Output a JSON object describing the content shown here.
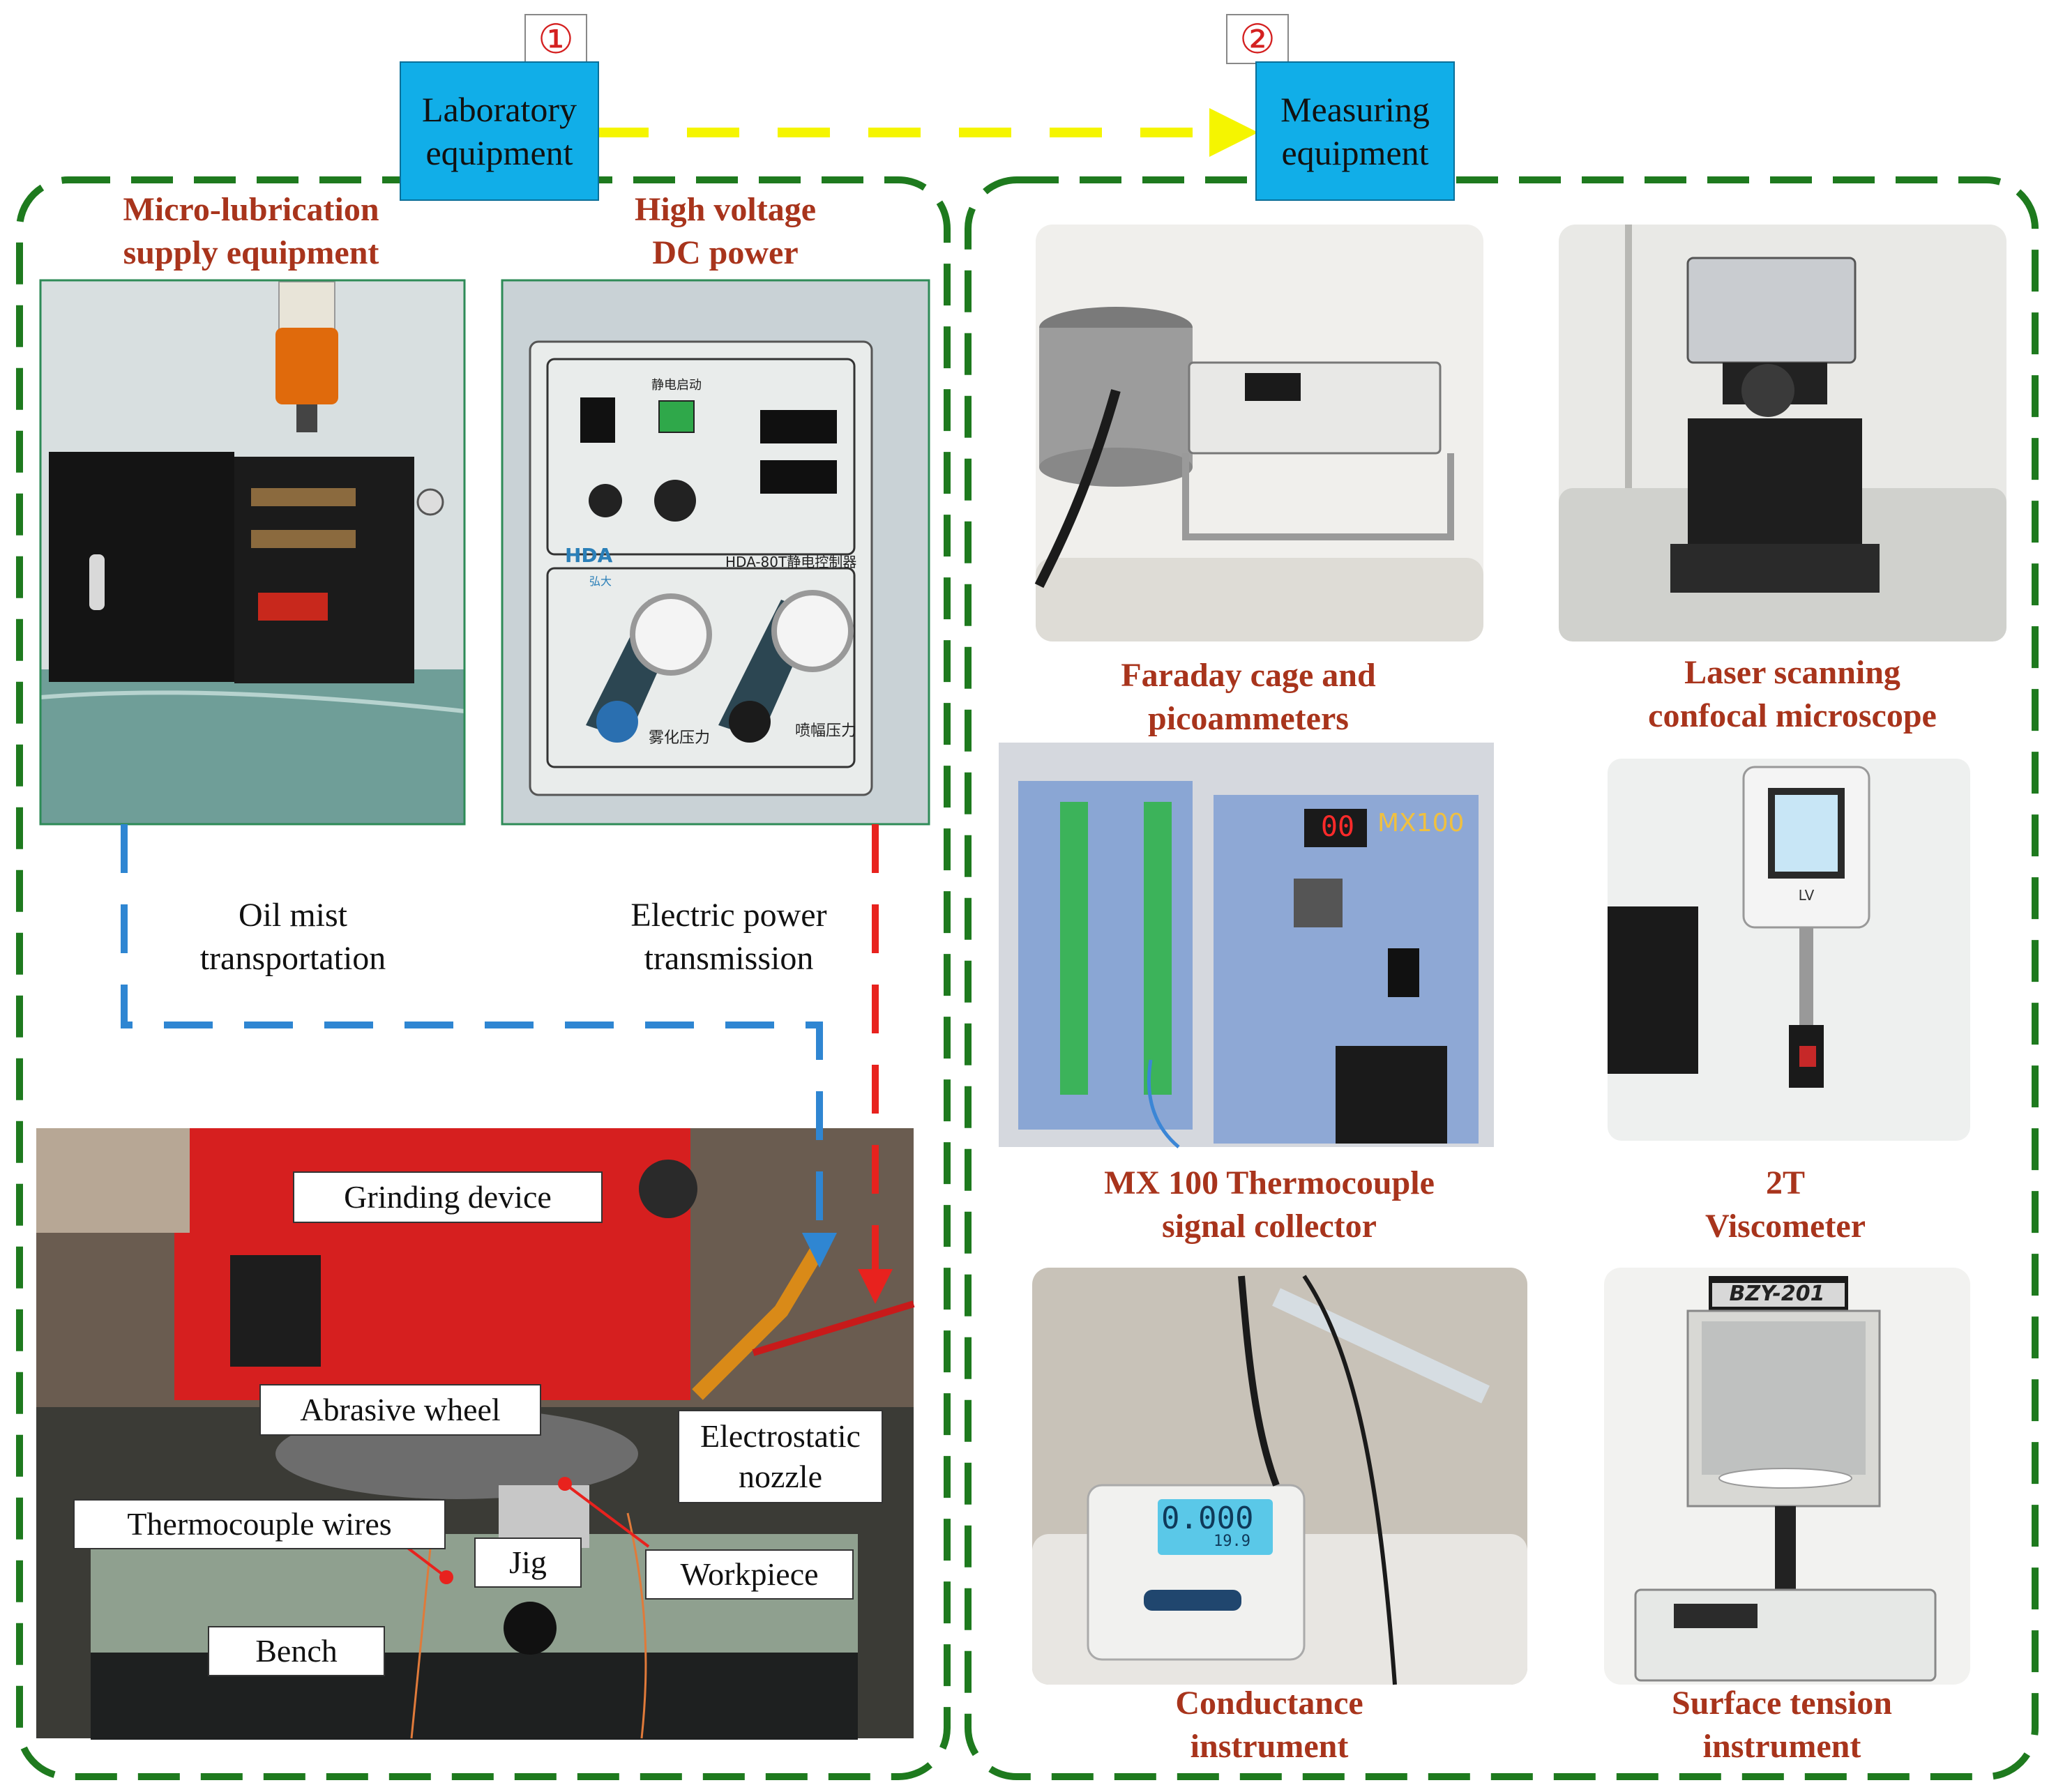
{
  "flow_steps": [
    {
      "number": "①",
      "label": "Laboratory\nequipment"
    },
    {
      "number": "②",
      "label": "Measuring\nequipment"
    }
  ],
  "lab_titles": {
    "mql": "Micro-lubrication\nsupply equipment",
    "hv": "High voltage\nDC power"
  },
  "transport_labels": {
    "oil": "Oil mist\ntransportation",
    "power": "Electric power\ntransmission"
  },
  "device_texts": {
    "panel_model": "HDA-80T静电控制器",
    "panel_start": "静电启动",
    "panel_atom": "雾化压力",
    "panel_spray": "喷幅压力",
    "panel_brand": "HDA",
    "panel_sub": "弘大",
    "mx_display": "00",
    "mx_brand": "MX100",
    "cond_display": "0.000",
    "cond_temp": "19.9",
    "bzy_label": "BZY-201",
    "lv_label": "LV"
  },
  "grinding_callouts": {
    "grinding_device": "Grinding device",
    "abrasive_wheel": "Abrasive wheel",
    "electrostatic_nozzle": "Electrostatic\nnozzle",
    "thermocouple_wires": "Thermocouple wires",
    "jig": "Jig",
    "workpiece": "Workpiece",
    "bench": "Bench"
  },
  "measuring_titles": {
    "faraday": "Faraday cage and\npicoammeters",
    "laser": "Laser scanning\nconfocal microscope",
    "mx100": "MX 100 Thermocouple\nsignal collector",
    "viscometer": "2T\nViscometer",
    "conductance": "Conductance\ninstrument",
    "surface_tension": "Surface tension\ninstrument"
  },
  "colors": {
    "frame_green": "#1e7a1e",
    "flow_yellow": "#f5f500",
    "oil_blue": "#2f86d2",
    "power_red": "#e8221e",
    "box_blue": "#11aee8",
    "title_red": "#a8341c"
  }
}
